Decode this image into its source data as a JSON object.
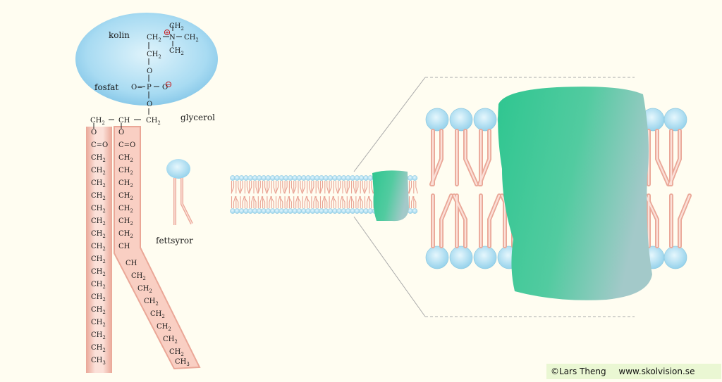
{
  "labels": {
    "kolin": "kolin",
    "fosfat": "fosfat",
    "glycerol": "glycerol",
    "fettsyror": "fettsyror"
  },
  "chemistry": {
    "ch2": "CH",
    "ch3": "CH",
    "ch": "CH",
    "carbonyl": "C=O",
    "sub2": "2",
    "sub3": "3",
    "oxygen": "O",
    "phosphorus": "P",
    "nitrogen": "N",
    "dash": "–",
    "double_o": "O=",
    "charge": "+",
    "neg_charge": "−"
  },
  "credit": {
    "author": "©Lars Theng",
    "site": "www.skolvision.se"
  },
  "colors": {
    "background": "#fffdf1",
    "head_fill": "#9fd7ef",
    "tail_fill": "#f7c3b6",
    "protein": "#3ecb98",
    "credit_bg": "#eaf7d3"
  }
}
